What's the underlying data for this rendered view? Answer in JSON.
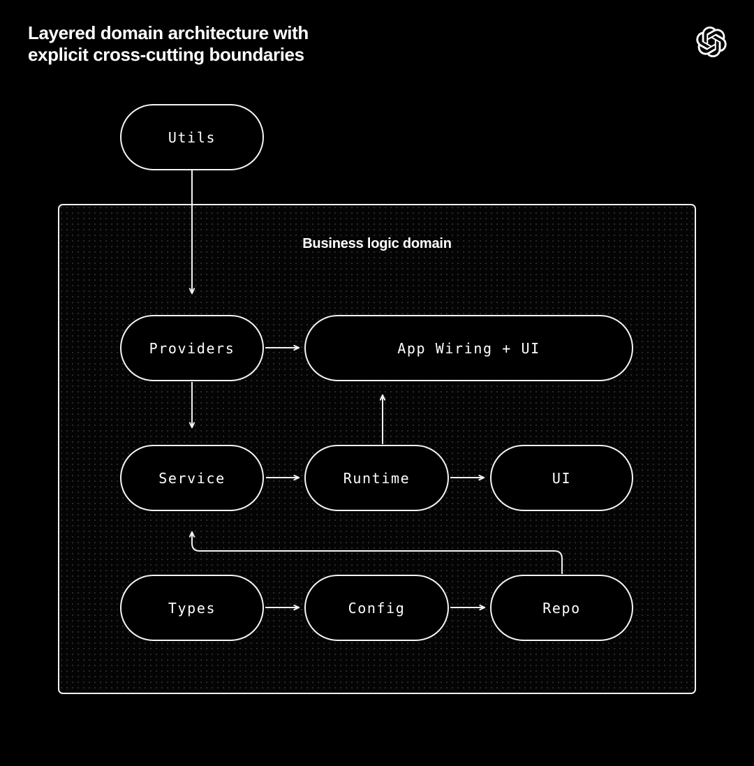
{
  "page": {
    "title": "Layered domain architecture with\nexplicit cross-cutting boundaries",
    "background_color": "#000000",
    "foreground_color": "#ffffff",
    "brand_logo": "openai-logo"
  },
  "domain": {
    "label": "Business logic domain",
    "border_color": "#f2f2f2",
    "fill_color": "#040404",
    "dot_color": "#2a2a2a"
  },
  "nodes": [
    {
      "id": "utils",
      "label": "Utils",
      "inside_domain": false
    },
    {
      "id": "providers",
      "label": "Providers",
      "inside_domain": true
    },
    {
      "id": "appwiring",
      "label": "App Wiring + UI",
      "inside_domain": true
    },
    {
      "id": "service",
      "label": "Service",
      "inside_domain": true
    },
    {
      "id": "runtime",
      "label": "Runtime",
      "inside_domain": true
    },
    {
      "id": "ui",
      "label": "UI",
      "inside_domain": true
    },
    {
      "id": "types",
      "label": "Types",
      "inside_domain": true
    },
    {
      "id": "config",
      "label": "Config",
      "inside_domain": true
    },
    {
      "id": "repo",
      "label": "Repo",
      "inside_domain": true
    }
  ],
  "edges": [
    {
      "from": "utils",
      "to": "providers",
      "kind": "vertical-arrow"
    },
    {
      "from": "providers",
      "to": "appwiring",
      "kind": "horizontal-arrow"
    },
    {
      "from": "providers",
      "to": "service",
      "kind": "vertical-arrow"
    },
    {
      "from": "service",
      "to": "runtime",
      "kind": "horizontal-arrow"
    },
    {
      "from": "runtime",
      "to": "appwiring",
      "kind": "vertical-arrow-up"
    },
    {
      "from": "runtime",
      "to": "ui",
      "kind": "horizontal-arrow"
    },
    {
      "from": "types",
      "to": "config",
      "kind": "horizontal-arrow"
    },
    {
      "from": "config",
      "to": "repo",
      "kind": "horizontal-arrow"
    },
    {
      "from": "repo",
      "to": "service",
      "kind": "elbow-arrow-up"
    }
  ]
}
